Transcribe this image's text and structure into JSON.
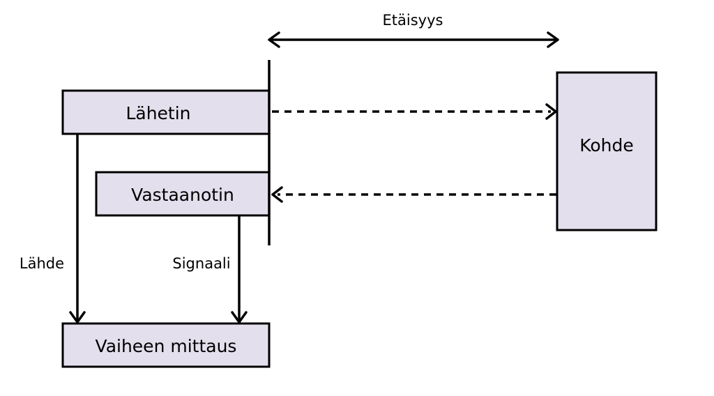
{
  "nodes": {
    "transmitter": "Lähetin",
    "receiver": "Vastaanotin",
    "target": "Kohde",
    "phase_measurement": "Vaiheen mittaus"
  },
  "labels": {
    "distance": "Etäisyys",
    "source": "Lähde",
    "signal": "Signaali"
  }
}
